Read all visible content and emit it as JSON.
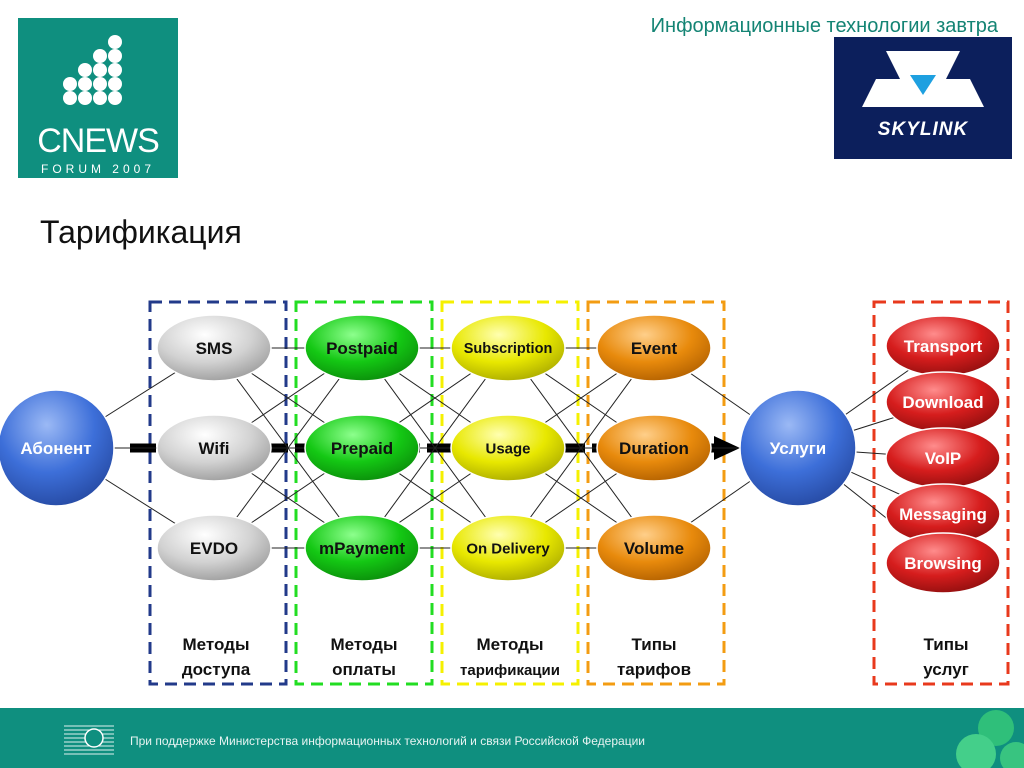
{
  "header": {
    "tagline": "Информационные технологии завтра",
    "cnews_logo": {
      "word": "CNEWS",
      "sub": "FORUM 2007"
    },
    "skylink_logo": {
      "word": "SKYLINK"
    }
  },
  "title": "Тарификация",
  "footer": {
    "text": "При поддержке Министерства информационных технологий и связи Российской Федерации"
  },
  "colors": {
    "blue_node": "#3d6fd9",
    "gray_node": "#d2d2d2",
    "green_node": "#14c814",
    "yellow_node": "#e8e800",
    "orange_node": "#e88a0c",
    "red_node": "#d61d1d",
    "box_blue": "#223a8a",
    "box_green": "#22dd22",
    "box_yellow": "#f5f000",
    "box_orange": "#f39c12",
    "box_red": "#e8391d",
    "brand_teal": "#0f8f7f"
  },
  "diagram": {
    "subscriber": "Абонент",
    "services": "Услуги",
    "groups": [
      {
        "id": "access",
        "items": [
          "SMS",
          "Wifi",
          "EVDO"
        ],
        "label_lines": [
          "Методы",
          "доступа"
        ]
      },
      {
        "id": "payment",
        "items": [
          "Postpaid",
          "Prepaid",
          "mPayment"
        ],
        "label_lines": [
          "Методы",
          "оплаты"
        ]
      },
      {
        "id": "billing",
        "items": [
          "Subscription",
          "Usage",
          "On Delivery"
        ],
        "label_lines": [
          "Методы",
          "тарификации"
        ]
      },
      {
        "id": "tariff_types",
        "items": [
          "Event",
          "Duration",
          "Volume"
        ],
        "label_lines": [
          "Типы",
          "тарифов"
        ]
      },
      {
        "id": "service_types",
        "items": [
          "Transport",
          "Download",
          "VoIP",
          "Messaging",
          "Browsing"
        ],
        "label_lines": [
          "Типы",
          "услуг"
        ]
      }
    ]
  }
}
